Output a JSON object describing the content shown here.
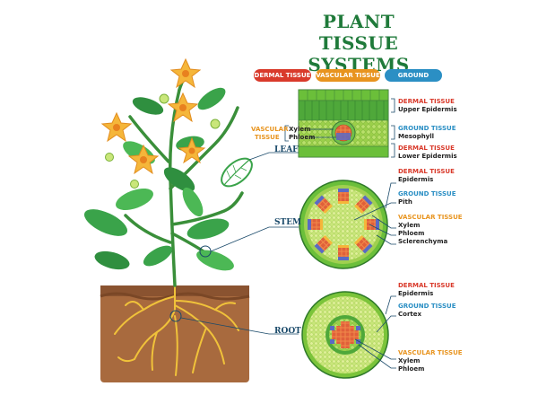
{
  "title": {
    "line1": "PLANT",
    "line2": "TISSUE SYSTEMS"
  },
  "legend": {
    "dermal": {
      "label": "DERMAL TISSUE",
      "color": "#d93a2b"
    },
    "vascular": {
      "label": "VASCULAR TISSUE",
      "color": "#e8941f"
    },
    "ground": {
      "label": "GROUND TISSUE",
      "color": "#2b8fc4"
    }
  },
  "parts": {
    "leaf": "LEAF",
    "stem": "STEM",
    "root": "ROOT"
  },
  "leaf_section": {
    "vascular_heading_1": "VASCULAR",
    "vascular_heading_2": "TISSUE",
    "xylem": "Xylem",
    "phloem": "Phloem",
    "dermal_upper_heading": "DERMAL TISSUE",
    "dermal_upper": "Upper Epidermis",
    "ground_heading": "GROUND TISSUE",
    "ground": "Mesophyll",
    "dermal_lower_heading": "DERMAL TISSUE",
    "dermal_lower": "Lower Epidermis"
  },
  "stem_section": {
    "dermal_heading": "DERMAL TISSUE",
    "dermal": "Epidermis",
    "ground_heading": "GROUND TISSUE",
    "ground": "Pith",
    "vascular_heading": "VASCULAR TISSUE",
    "xylem": "Xylem",
    "phloem": "Phloem",
    "sclerenchyma": "Sclerenchyma"
  },
  "root_section": {
    "dermal_heading": "DERMAL TISSUE",
    "dermal": "Epidermis",
    "ground_heading": "GROUND TISSUE",
    "ground": "Cortex",
    "vascular_heading": "VASCULAR TISSUE",
    "xylem": "Xylem",
    "phloem": "Phloem"
  },
  "colors": {
    "title": "#1f7a3a",
    "soil": "#a86a3e",
    "leaf_green": "#3aa34a",
    "petal": "#f5b63a",
    "root": "#f0c23a"
  }
}
